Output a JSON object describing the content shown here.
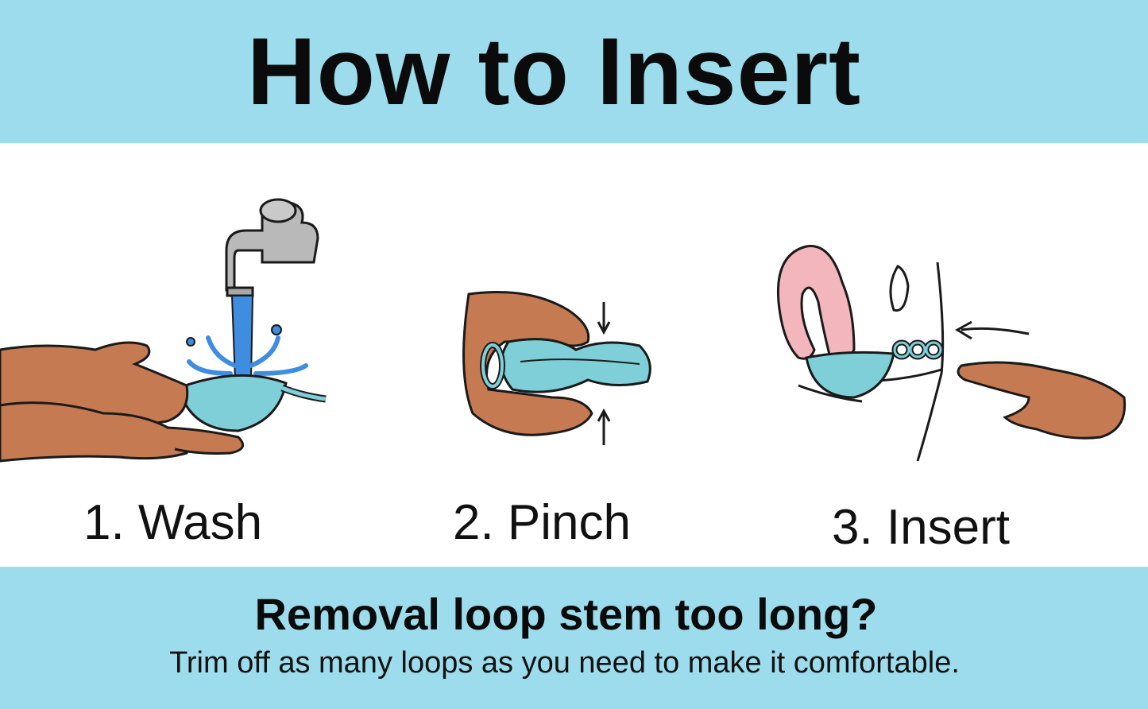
{
  "header": {
    "title": "How to Insert"
  },
  "steps": [
    {
      "label": "1. Wash",
      "icon": "hands-washing-cup-under-faucet-icon"
    },
    {
      "label": "2. Pinch",
      "icon": "hand-pinching-cup-icon"
    },
    {
      "label": "3. Insert",
      "icon": "finger-inserting-cup-icon"
    }
  ],
  "footer": {
    "heading": "Removal loop stem too long?",
    "subtext": "Trim off as many loops as you need to make it comfortable."
  },
  "colors": {
    "band": "#9ddcec",
    "cup": "#7fcfd9",
    "skin": "#c67a52",
    "tissue": "#f3b6bd",
    "water": "#3f8de0",
    "faucet": "#b9b9b9"
  }
}
